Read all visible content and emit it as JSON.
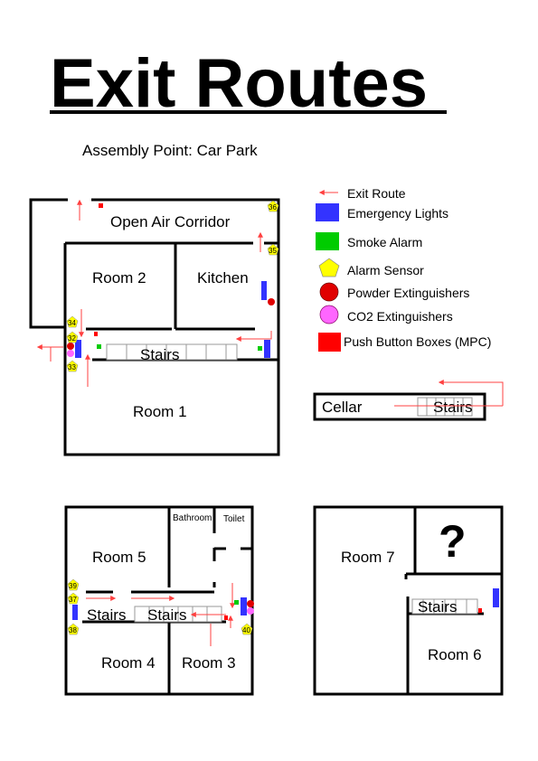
{
  "title": "Exit Routes",
  "assembly_point": "Assembly Point: Car Park",
  "legend": [
    {
      "icon": "exit-route-arrow-icon",
      "label": "Exit Route",
      "color": "#ff4040"
    },
    {
      "icon": "emergency-light-icon",
      "label": "Emergency Lights",
      "color": "#3333ff"
    },
    {
      "icon": "smoke-alarm-icon",
      "label": "Smoke Alarm",
      "color": "#00cc00"
    },
    {
      "icon": "alarm-sensor-icon",
      "label": "Alarm Sensor",
      "color": "#ffff00"
    },
    {
      "icon": "powder-extinguisher-icon",
      "label": "Powder Extinguishers",
      "color": "#e00000"
    },
    {
      "icon": "co2-extinguisher-icon",
      "label": "CO2 Extinguishers",
      "color": "#ff66ff"
    },
    {
      "icon": "push-button-box-icon",
      "label": "Push Button Boxes (MPC)",
      "color": "#ff0000"
    }
  ],
  "ground_floor": {
    "open_air_corridor": "Open Air Corridor",
    "room_2": "Room 2",
    "kitchen": "Kitchen",
    "stairs": "Stairs",
    "room_1": "Room 1",
    "sensors": [
      "36",
      "35",
      "34",
      "32",
      "33"
    ]
  },
  "cellar": {
    "label": "Cellar",
    "stairs": "Stairs"
  },
  "first_floor": {
    "room_5": "Room 5",
    "bathroom": "Bathroom",
    "toilet": "Toilet",
    "stairs_left": "Stairs",
    "stairs_right": "Stairs",
    "room_4": "Room 4",
    "room_3": "Room 3",
    "sensors": [
      "39",
      "37",
      "38",
      "40"
    ]
  },
  "second_floor": {
    "room_7": "Room 7",
    "unknown": "?",
    "stairs": "Stairs",
    "room_6": "Room 6"
  }
}
